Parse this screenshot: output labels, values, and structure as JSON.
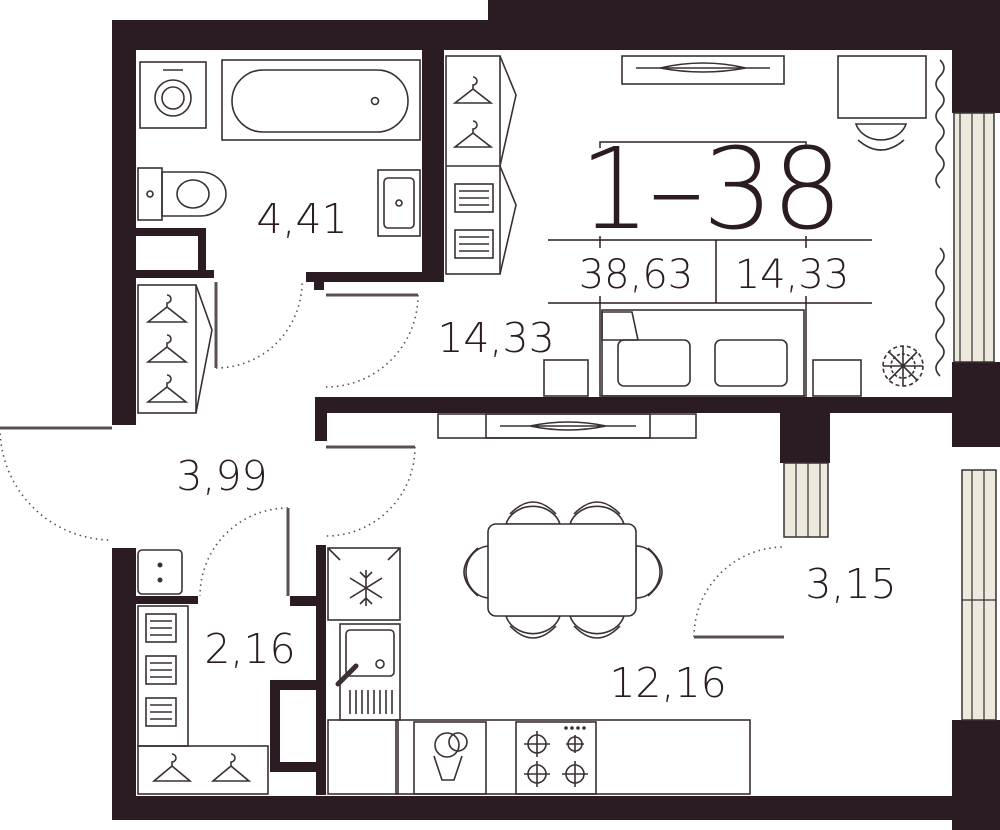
{
  "unit": {
    "number": "1–38",
    "total_area": "38,63",
    "living_area": "14,33"
  },
  "rooms": {
    "bathroom": "4,41",
    "bedroom": "14,33",
    "hallway": "3,99",
    "closet": "2,16",
    "kitchen": "12,16",
    "balcony": "3,15"
  },
  "colors": {
    "wall": "#2a1c22",
    "glazing": "#ece9dd",
    "furniture_stroke": "#3a3034"
  },
  "icons": [
    "washer-icon",
    "bathtub-icon",
    "toilet-icon",
    "sink-icon",
    "hanger-icon",
    "radiator-icon",
    "bed-icon",
    "desk-icon",
    "chair-icon",
    "plant-icon",
    "curtain-icon",
    "dining-table-icon",
    "fridge-icon",
    "kitchen-sink-icon",
    "dishwasher-icon",
    "stove-icon",
    "tv-icon"
  ]
}
